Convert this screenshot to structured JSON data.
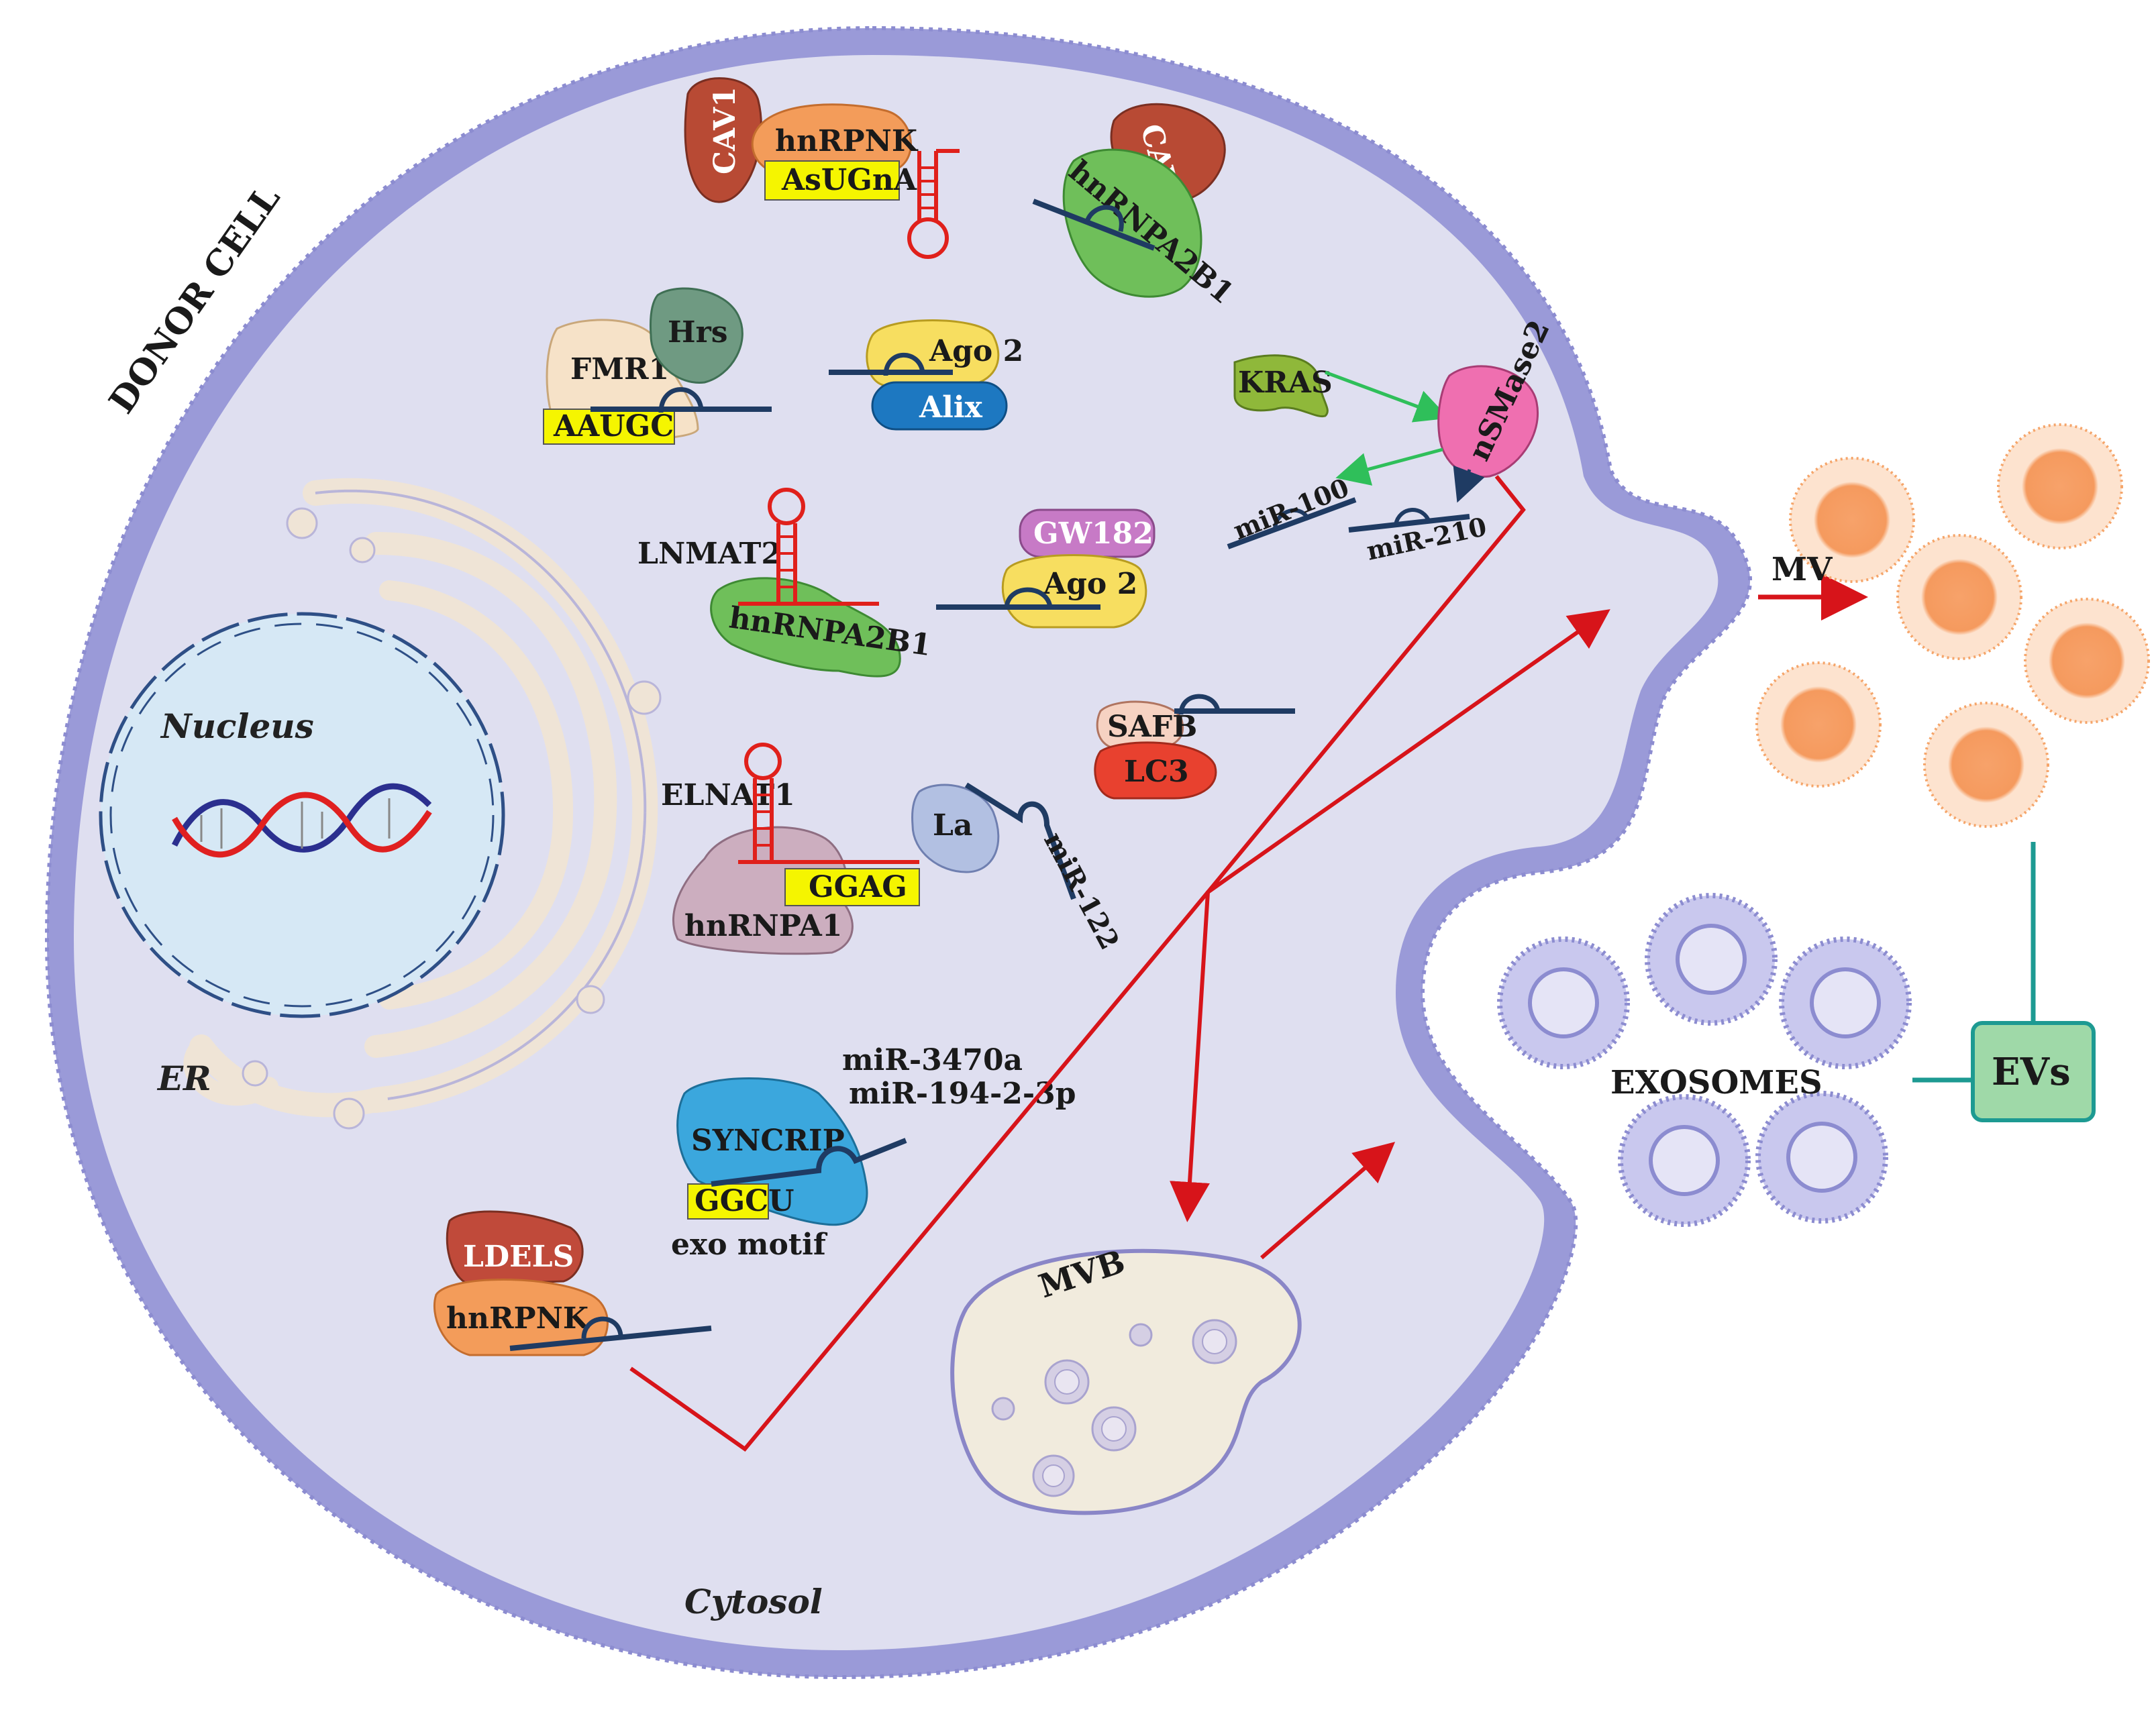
{
  "labels": {
    "donor_cell": "DONOR CELL",
    "nucleus": "Nucleus",
    "er": "ER",
    "cytosol": "Cytosol",
    "mvb": "MVB",
    "mv": "MV",
    "exosomes": "EXOSOMES",
    "evs": "EVs"
  },
  "proteins": {
    "cav1_a": "CAV1",
    "hnrpnk_top": "hnRPNK",
    "asugna": "AsUGnA",
    "cav1_b": "CAV1",
    "hnrnpa2b1_top": "hnRNPA2B1",
    "fmr1": "FMR1",
    "hrs": "Hrs",
    "aaugc": "AAUGC",
    "ago2_a": "Ago 2",
    "alix": "Alix",
    "kras": "KRAS",
    "nsmase2": "nSMase2",
    "mir100": "miR-100",
    "mir210": "miR-210",
    "lnmat2": "LNMAT2",
    "hnrnpa2b1_mid": "hnRNPA2B1",
    "gw182": "GW182",
    "ago2_b": "Ago 2",
    "safb": "SAFB",
    "lc3": "LC3",
    "elnat1": "ELNAT1",
    "ggag": "GGAG",
    "hnrnpa1": "hnRNPA1",
    "la": "La",
    "mir122": "miR-122",
    "syncrip": "SYNCRIP",
    "mir3470a": "miR-3470a",
    "mir194": "miR-194-2-3p",
    "ggcu": "GGCU",
    "exo_motif": "exo motif",
    "ldels": "LDELS",
    "hnrpnk_bottom": "hnRPNK"
  },
  "colors": {
    "cytosol": "#dfdff0",
    "membrane": "#9a9ad8",
    "nucleus": "#d6e8f5",
    "er": "#efe4d6",
    "mvb": "#f1ebdd",
    "arrow_red": "#d7141a",
    "arrow_green": "#2fbf5a",
    "mv_orange": "#f5a56a",
    "evs_box": "#9fd9a8",
    "teal": "#1d9a92",
    "highlight": "#f5f500",
    "rna_navy": "#1f3b63",
    "rna_red": "#e0201b"
  }
}
